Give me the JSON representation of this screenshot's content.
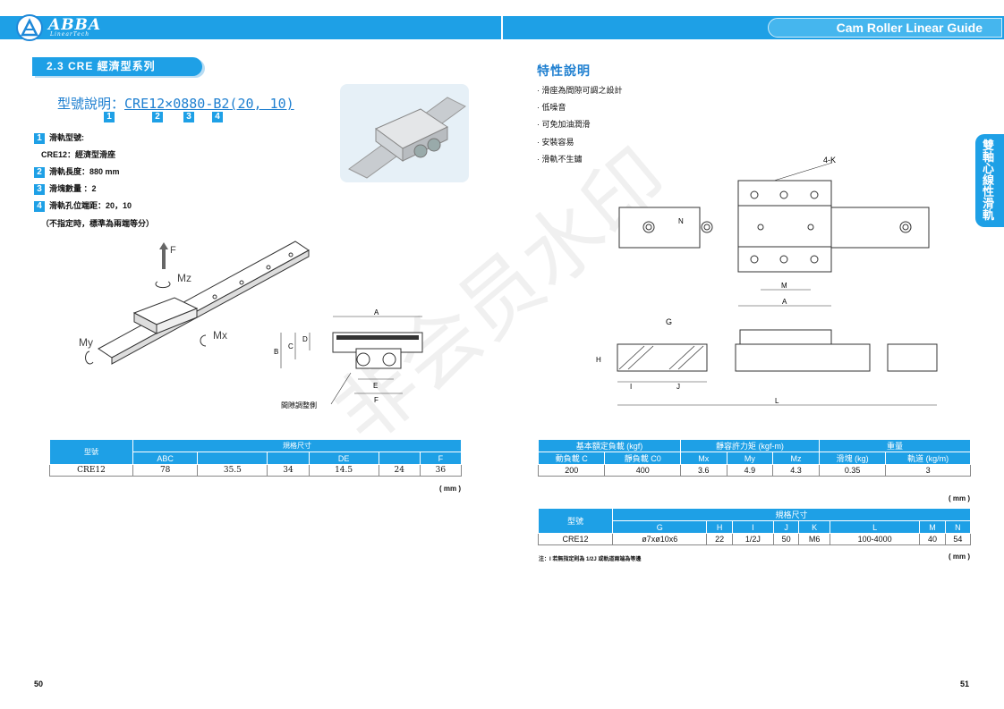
{
  "header": {
    "logo_text": "ABBA",
    "logo_sub": "LinearTech",
    "right_title": "Cam Roller Linear Guide"
  },
  "left": {
    "section_title": "2.3 CRE 經濟型系列",
    "model_label": "型號說明：",
    "model_code_1": "CRE12",
    "model_code_2": "×0880-B2",
    "model_code_3": "(20, 10)",
    "markers": [
      "1",
      "2",
      "3",
      "4"
    ],
    "items": [
      {
        "num": "1",
        "text": "滑軌型號:"
      },
      {
        "num": "",
        "text": "CRE12：經濟型滑座"
      },
      {
        "num": "2",
        "text": "滑軌長度：880 mm"
      },
      {
        "num": "3",
        "text": "滑塊數量 ：2"
      },
      {
        "num": "4",
        "text": "滑軌孔位端距：20，10"
      }
    ],
    "hint": "（不指定時，標準為兩端等分）",
    "diagram_labels": {
      "F": "F",
      "Mz": "Mz",
      "My": "My",
      "Mx": "Mx",
      "A": "A",
      "B": "B",
      "C": "C",
      "D": "D",
      "E": "E",
      "Fd": "F",
      "gap": "間隙調整側"
    },
    "table": {
      "head_model": "型號",
      "head_group": "規格尺寸",
      "cols": [
        "ABC",
        "",
        "",
        "DE",
        "",
        "F"
      ],
      "rows": [
        [
          "CRE12",
          "78",
          "35.5",
          "34",
          "14.5",
          "24",
          "36"
        ]
      ],
      "unit": "( mm )"
    },
    "page_number": "50"
  },
  "right": {
    "features_title": "特性說明",
    "features": [
      "滑座為間隙可調之設計",
      "低噪音",
      "可免加油潤滑",
      "安裝容易",
      "滑軌不生鏽"
    ],
    "side_tab": "雙軸心線性滑軌",
    "diagram_labels": {
      "fourK": "4-K",
      "N": "N",
      "M": "M",
      "A": "A",
      "G": "G",
      "H": "H",
      "I": "I",
      "J": "J",
      "L": "L"
    },
    "load_table": {
      "h1": "基本額定負載 (kgf)",
      "h2": "靜容許力矩 (kgf-m)",
      "h3": "重量",
      "sub": [
        "動負載 C",
        "靜負載 C0",
        "Mx",
        "My",
        "Mz",
        "滑塊 (kg)",
        "軌道 (kg/m)"
      ],
      "rows": [
        [
          "200",
          "400",
          "3.6",
          "4.9",
          "4.3",
          "0.35",
          "3"
        ]
      ],
      "unit": "( mm )"
    },
    "dim_table": {
      "head_model": "型號",
      "head_group": "規格尺寸",
      "cols": [
        "G",
        "H",
        "I",
        "J",
        "K",
        "L",
        "M",
        "N"
      ],
      "rows": [
        [
          "CRE12",
          "ø7xø10x6",
          "22",
          "1/2J",
          "50",
          "M6",
          "100-4000",
          "40",
          "54"
        ]
      ],
      "unit": "( mm )"
    },
    "note": "注：I 若無指定則為 1/2J 或軌道兩端為等邊",
    "page_number": "51"
  },
  "watermark": "非会员水印",
  "colors": {
    "accent": "#1ea0e6",
    "title_blue": "#1e7fd0"
  }
}
